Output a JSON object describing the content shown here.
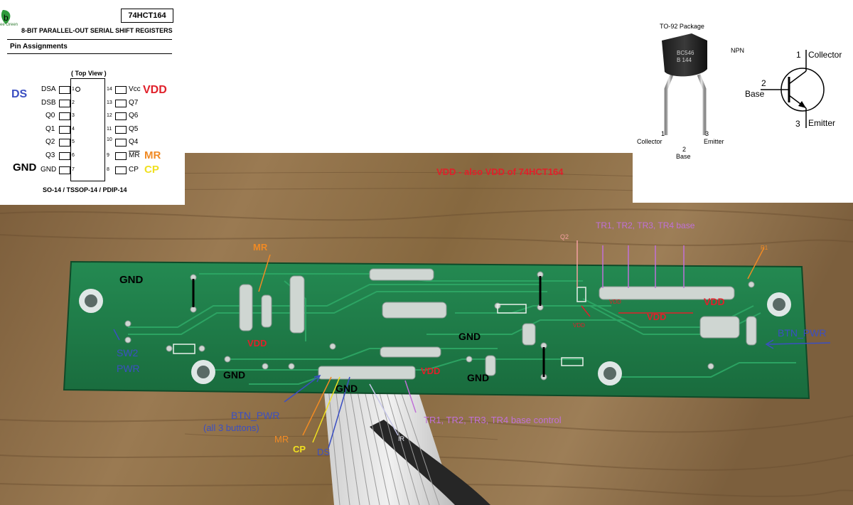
{
  "datasheet": {
    "logo_text": "ee Green",
    "part_number": "74HCT164",
    "subtitle": "8-BIT PARALLEL-OUT SERIAL SHIFT REGISTERS",
    "section": "Pin Assignments",
    "view": "( Top View )",
    "package_line": "SO-14 / TSSOP-14 / PDIP-14",
    "left_pins": [
      {
        "num": "1",
        "name": "DSA"
      },
      {
        "num": "2",
        "name": "DSB"
      },
      {
        "num": "3",
        "name": "Q0"
      },
      {
        "num": "4",
        "name": "Q1"
      },
      {
        "num": "5",
        "name": "Q2"
      },
      {
        "num": "6",
        "name": "Q3"
      },
      {
        "num": "7",
        "name": "GND"
      }
    ],
    "right_pins": [
      {
        "num": "14",
        "name": "Vcc"
      },
      {
        "num": "13",
        "name": "Q7"
      },
      {
        "num": "12",
        "name": "Q6"
      },
      {
        "num": "11",
        "name": "Q5"
      },
      {
        "num": "10",
        "name": "Q4"
      },
      {
        "num": "9",
        "name": "MR"
      },
      {
        "num": "8",
        "name": "CP"
      }
    ],
    "ann_ds": "DS",
    "ann_vdd": "VDD",
    "ann_mr": "MR",
    "ann_cp": "CP",
    "ann_gnd": "GND"
  },
  "transistor": {
    "package": "TO-92 Package",
    "type": "NPN",
    "marking_1": "BC546",
    "marking_2": "B 144",
    "leg1": "1",
    "leg1_name": "Collector",
    "leg2": "2",
    "leg2_name": "Base",
    "leg3": "3",
    "leg3_name": "Emitter",
    "sym_collector_num": "1",
    "sym_collector": "Collector",
    "sym_base_num": "2",
    "sym_base": "Base",
    "sym_emitter_num": "3",
    "sym_emitter": "Emitter"
  },
  "annotations": {
    "vdd_note": "VDD - also VDD of 74HCT164",
    "tr_base_top": "TR1, TR2, TR3, TR4 base",
    "q2": "Q2",
    "r1": "R1",
    "mr_top": "MR",
    "gnd_left": "GND",
    "vdd_mid": "VDD",
    "gnd_bottom_left": "GND",
    "gnd_center": "GND",
    "gnd_connector": "GND",
    "gnd_right": "GND",
    "vdd_connector": "VDD",
    "vdd_right_1": "VDD",
    "vdd_right_2": "VDD",
    "vdd_small": "VDD",
    "vdd_small_2": "VDD",
    "sw2": "SW2",
    "pwr": "PWR",
    "btn_pwr_right": "BTN_PWR",
    "btn_pwr_bottom": "BTN_PWR",
    "all_buttons": "(all 3 buttons)",
    "mr_bottom": "MR",
    "cp_bottom": "CP",
    "ds_bottom": "DS",
    "ir": "IR",
    "tr_base_control": "TR1, TR2, TR3, TR4 base control"
  },
  "colors": {
    "vdd_red": "#e0202a",
    "ds_blue": "#3b4fc2",
    "mr_orange": "#f08a24",
    "cp_yellow": "#f0e020",
    "tr_violet": "#c070d8",
    "pcb_green": "#1f7a48",
    "wood": "#8a6a44"
  }
}
